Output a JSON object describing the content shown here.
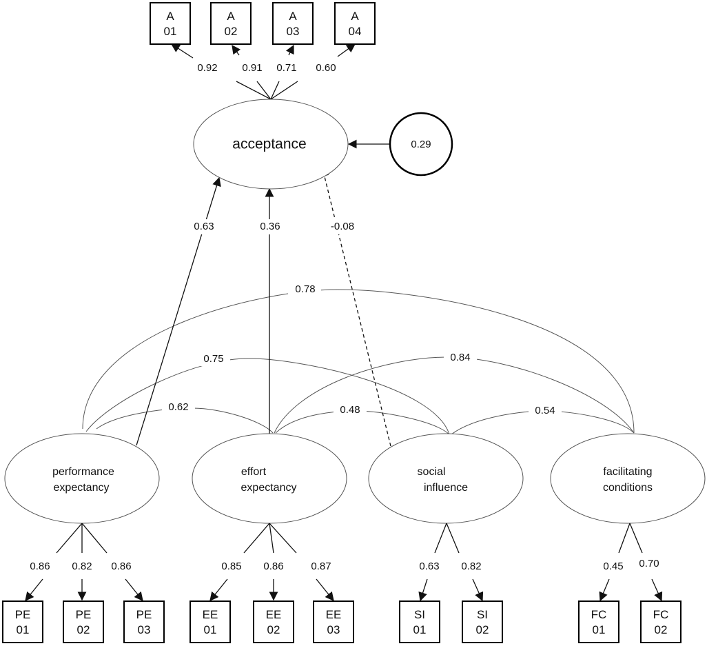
{
  "acceptance": {
    "label": "acceptance",
    "error_value": "0.29",
    "indicators": [
      {
        "l1": "A",
        "l2": "01",
        "loading": "0.92"
      },
      {
        "l1": "A",
        "l2": "02",
        "loading": "0.91"
      },
      {
        "l1": "A",
        "l2": "03",
        "loading": "0.71"
      },
      {
        "l1": "A",
        "l2": "04",
        "loading": "0.60"
      }
    ]
  },
  "constructs": {
    "pe": {
      "l1": "performance",
      "l2": "expectancy"
    },
    "ee": {
      "l1": "effort",
      "l2": "expectancy"
    },
    "si": {
      "l1": "social",
      "l2": "influence"
    },
    "fc": {
      "l1": "facilitating",
      "l2": "conditions"
    }
  },
  "paths": {
    "pe_acc": "0.63",
    "ee_acc": "0.36",
    "si_acc": "-0.08"
  },
  "correlations": {
    "pe_fc": "0.78",
    "pe_si": "0.75",
    "ee_fc": "0.84",
    "pe_ee": "0.62",
    "ee_si": "0.48",
    "si_fc": "0.54"
  },
  "indicators": {
    "pe": [
      {
        "l1": "PE",
        "l2": "01",
        "loading": "0.86"
      },
      {
        "l1": "PE",
        "l2": "02",
        "loading": "0.82"
      },
      {
        "l1": "PE",
        "l2": "03",
        "loading": "0.86"
      }
    ],
    "ee": [
      {
        "l1": "EE",
        "l2": "01",
        "loading": "0.85"
      },
      {
        "l1": "EE",
        "l2": "02",
        "loading": "0.86"
      },
      {
        "l1": "EE",
        "l2": "03",
        "loading": "0.87"
      }
    ],
    "si": [
      {
        "l1": "SI",
        "l2": "01",
        "loading": "0.63"
      },
      {
        "l1": "SI",
        "l2": "02",
        "loading": "0.82"
      }
    ],
    "fc": [
      {
        "l1": "FC",
        "l2": "01",
        "loading": "0.45"
      },
      {
        "l1": "FC",
        "l2": "02",
        "loading": "0.70"
      }
    ]
  }
}
